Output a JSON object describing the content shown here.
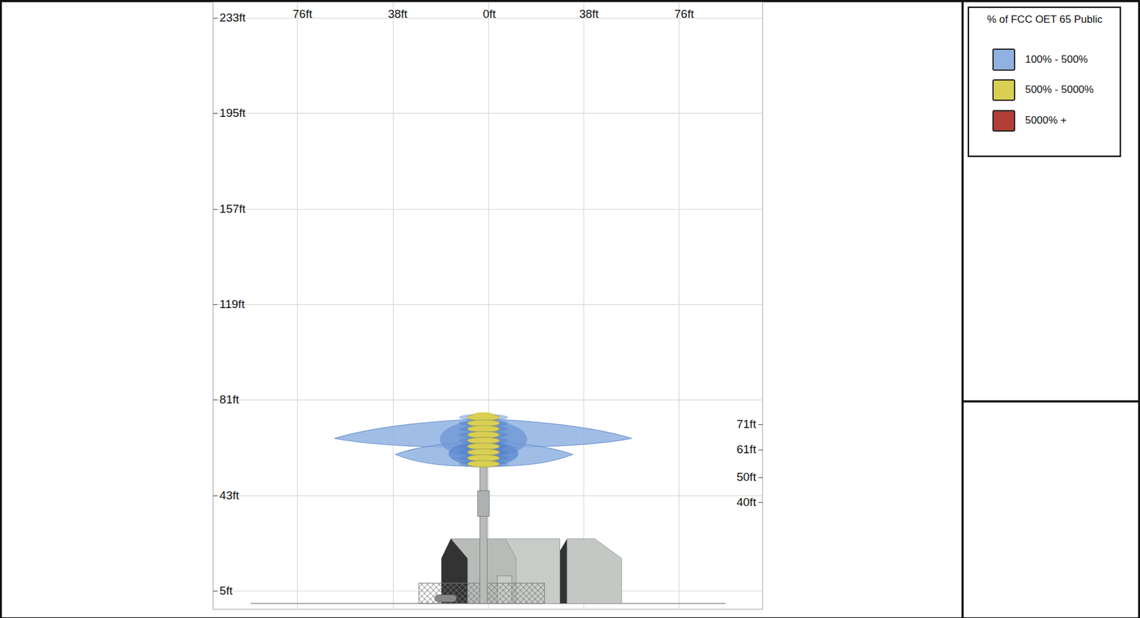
{
  "diagram": {
    "labels": [
      "76ft",
      "38ft",
      "0ft",
      "38ft",
      "76ft",
      "233ft",
      "195ft",
      "157ft",
      "119ft",
      "81ft",
      "43ft",
      "5ft",
      "71ft",
      "61ft",
      "50ft",
      "40ft",
      "% of FCC OET 65 Public"
    ],
    "legend": [
      {
        "text": "100% - 500%",
        "color": "#8fb2e2"
      },
      {
        "text": "500% - 5000%",
        "color": "#d9cf52"
      },
      {
        "text": "5000% +",
        "color": "#b23e36"
      }
    ]
  }
}
